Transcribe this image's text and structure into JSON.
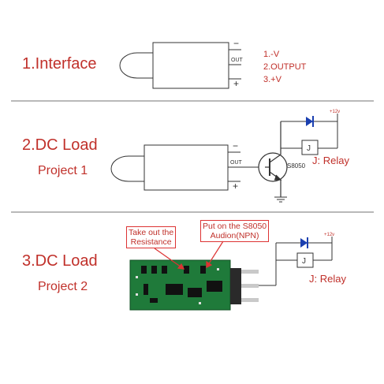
{
  "section1": {
    "title": "1.Interface",
    "out_label": "OUT",
    "minus_sign": "−",
    "plus_sign": "+",
    "pin_list": [
      "1.-V",
      "2.OUTPUT",
      "3.+V"
    ]
  },
  "section2": {
    "title": "2.DC Load",
    "subtitle": "Project 1",
    "out_label": "OUT",
    "minus_sign": "−",
    "plus_sign": "+",
    "transistor_label": "S8050",
    "relay_box_label": "J",
    "supply_label": "+12v",
    "relay_label": "J: Relay"
  },
  "section3": {
    "title": "3.DC Load",
    "subtitle": "Project 2",
    "callout_left": [
      "Take out the",
      "Resistance"
    ],
    "callout_right": [
      "Put on the S8050",
      "Audion(NPN)"
    ],
    "relay_box_label": "J",
    "supply_label": "+12v",
    "relay_label": "J: Relay"
  },
  "colors": {
    "accent_red": "#c0302a",
    "separator": "#b9b9b9",
    "pcb_green": "#1f7a3a",
    "diode_blue": "#1a3fb0"
  }
}
